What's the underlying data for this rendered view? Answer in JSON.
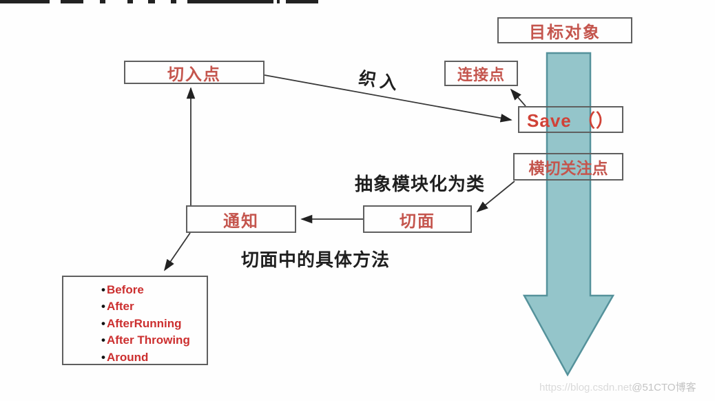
{
  "diagram": {
    "title_hint": "AOP concepts diagram",
    "nodes": {
      "target_object": {
        "label": "目标对象"
      },
      "pointcut": {
        "label": "切入点"
      },
      "join_point": {
        "label": "连接点"
      },
      "save_method": {
        "label": "Save （）"
      },
      "crosscutting_concern": {
        "label": "横切关注点"
      },
      "aspect": {
        "label": "切面"
      },
      "advice": {
        "label": "通知"
      },
      "advice_types": {
        "items": [
          "Before",
          "After",
          "AfterRunning",
          "After Throwing",
          "Around"
        ]
      }
    },
    "labels": {
      "weaving": "织入",
      "abstract_modularize": "抽象模块化为类",
      "aspect_concrete_methods": "切面中的具体方法"
    },
    "colors": {
      "node_text_red": "#c4554d",
      "save_text_red": "#d04237",
      "advice_item_red": "#cc2f2f",
      "box_border_gray": "#5f5f5f",
      "connector_black": "#383838",
      "big_arrow_fill": "#94c5ca",
      "big_arrow_stroke": "#55929b",
      "background": "#fefefe"
    }
  },
  "watermark": {
    "url": "https://blog.csdn.net",
    "handle": "@51CTO博客"
  }
}
